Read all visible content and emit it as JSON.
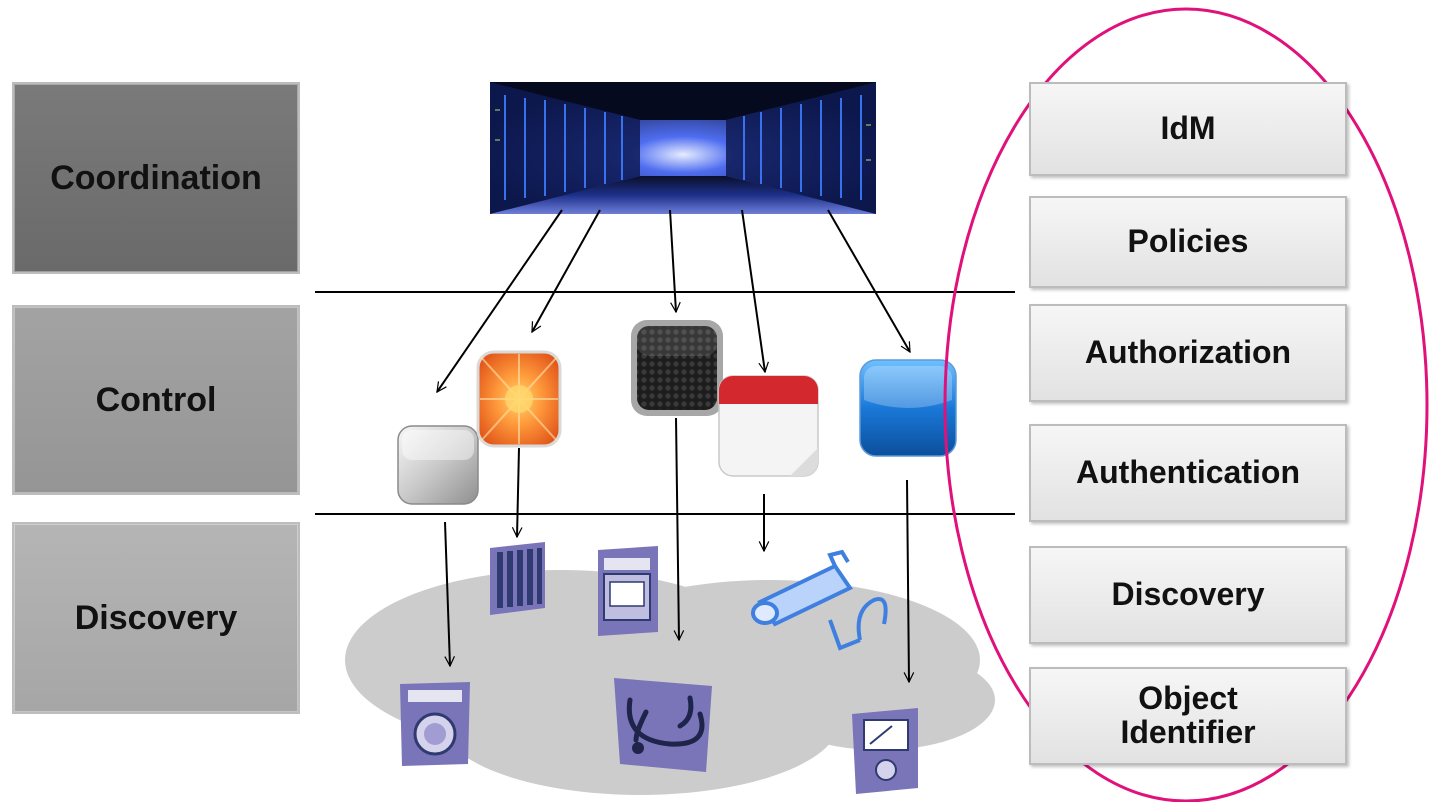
{
  "layers": {
    "coordination": "Coordination",
    "control": "Control",
    "discovery": "Discovery"
  },
  "services": {
    "idm": "IdM",
    "policies": "Policies",
    "authorization": "Authorization",
    "authentication": "Authentication",
    "discovery": "Discovery",
    "object_identifier": "Object\nIdentifier"
  },
  "colors": {
    "highlight_ellipse": "#e0117a",
    "cloud": "#cccccc",
    "device_purple": "#6b61a8",
    "device_blue": "#3f7fe0"
  },
  "icons": [
    "data-center-photo",
    "silver-app-icon",
    "orange-sunburst-app-icon",
    "black-mesh-app-icon",
    "calendar-app-icon",
    "blue-app-icon",
    "radiator-icon",
    "stove-icon",
    "security-camera-icon",
    "washing-machine-icon",
    "stethoscope-icon",
    "meter-icon"
  ]
}
